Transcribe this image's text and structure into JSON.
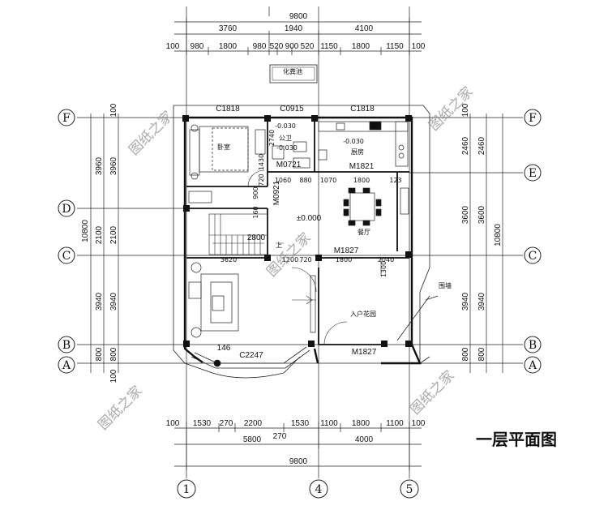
{
  "title": "一层平面图",
  "watermark": "图纸之家",
  "top_dims": {
    "overall": "9800",
    "seg1": "3760",
    "seg2": "1940",
    "seg3": "4100",
    "d": [
      "100",
      "980",
      "1800",
      "980",
      "520",
      "900",
      "520",
      "1150",
      "1800",
      "1150",
      "100"
    ]
  },
  "bottom_dims": {
    "overall": "9800",
    "seg1": "5800",
    "seg2": "4000",
    "mid": "270",
    "d": [
      "100",
      "1530",
      "270",
      "2200",
      "1530",
      "1100",
      "1800",
      "1100",
      "100"
    ]
  },
  "left_dims": {
    "overall": "10800",
    "d1": [
      "3960",
      "2100",
      "3940",
      "800"
    ],
    "d2": [
      "100",
      "3960",
      "2100",
      "3940",
      "800",
      "100"
    ]
  },
  "right_dims": {
    "overall": "10800",
    "d1": [
      "2460",
      "3600",
      "3940",
      "800"
    ],
    "d2": [
      "100",
      "2460",
      "3600",
      "3940",
      "800"
    ]
  },
  "axes": {
    "F": "F",
    "E": "E",
    "D": "D",
    "C": "C",
    "B": "B",
    "A": "A",
    "n1": "1",
    "n4": "4",
    "n5": "5"
  },
  "rooms": {
    "septic": "化粪池",
    "bedroom": "卧室",
    "bath": "公卫",
    "kitchen": "厨房",
    "dining": "餐厅",
    "garden": "入户花园",
    "fence": "围墙",
    "level": "±0.000",
    "k_lvl": "-0.030",
    "b_lvl": "-0.030",
    "b_lvl2": "-0.030",
    "up": "上"
  },
  "labels": {
    "c1818a": "C1818",
    "c0915": "C0915",
    "c1818b": "C1818",
    "m1821": "M1821",
    "m1827a": "M1827",
    "m1827b": "M1827",
    "m0721": "M0721",
    "m0921": "M0921",
    "c2247": "C2247",
    "n146": "146",
    "n2800": "2800",
    "n3620": "3620",
    "n1060": "1060",
    "n880": "880",
    "n1070": "1070",
    "n1800": "1800",
    "n123": "123",
    "n2740": "2740",
    "n1430": "1430",
    "n720": "720",
    "n900": "900",
    "n160": "160",
    "n1800b": "1800",
    "n2040": "2040",
    "n1300": "1300",
    "n1200": "1200",
    "n720b": "720"
  }
}
